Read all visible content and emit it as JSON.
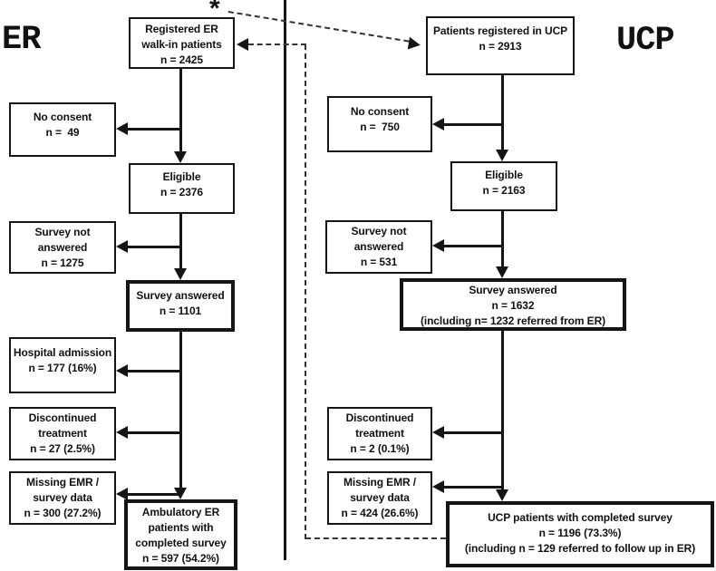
{
  "diagram_title_left": "ER",
  "diagram_title_right": "UCP",
  "footnote_marker": "*",
  "colors": {
    "line": "#151515",
    "background": "#ffffff"
  },
  "er": {
    "registered": "Registered ER\nwalk-in patients\nn = 2425",
    "no_consent": "No consent\nn =  49",
    "eligible": "Eligible\nn = 2376",
    "survey_not_answered": "Survey not\nanswered\nn = 1275",
    "survey_answered": "Survey answered\nn = 1101",
    "hospital_admission": "Hospital admission\nn = 177 (16%)",
    "discontinued_treatment": "Discontinued\ntreatment\nn = 27 (2.5%)",
    "missing_emr": "Missing EMR /\nsurvey data\nn = 300 (27.2%)",
    "completed": "Ambulatory ER\npatients with\ncompleted survey\nn = 597 (54.2%)"
  },
  "ucp": {
    "registered": "Patients registered in UCP\nn = 2913",
    "no_consent": "No consent\nn =  750",
    "eligible": "Eligible\nn = 2163",
    "survey_not_answered": "Survey not\nanswered\nn = 531",
    "survey_answered": "Survey answered\nn = 1632\n(including n= 1232 referred from ER)",
    "discontinued_treatment": "Discontinued\ntreatment\nn = 2 (0.1%)",
    "missing_emr": "Missing EMR /\nsurvey data\nn = 424 (26.6%)",
    "completed": "UCP patients with completed survey\nn = 1196 (73.3%)\n(including n = 129 referred to follow up in ER)"
  }
}
